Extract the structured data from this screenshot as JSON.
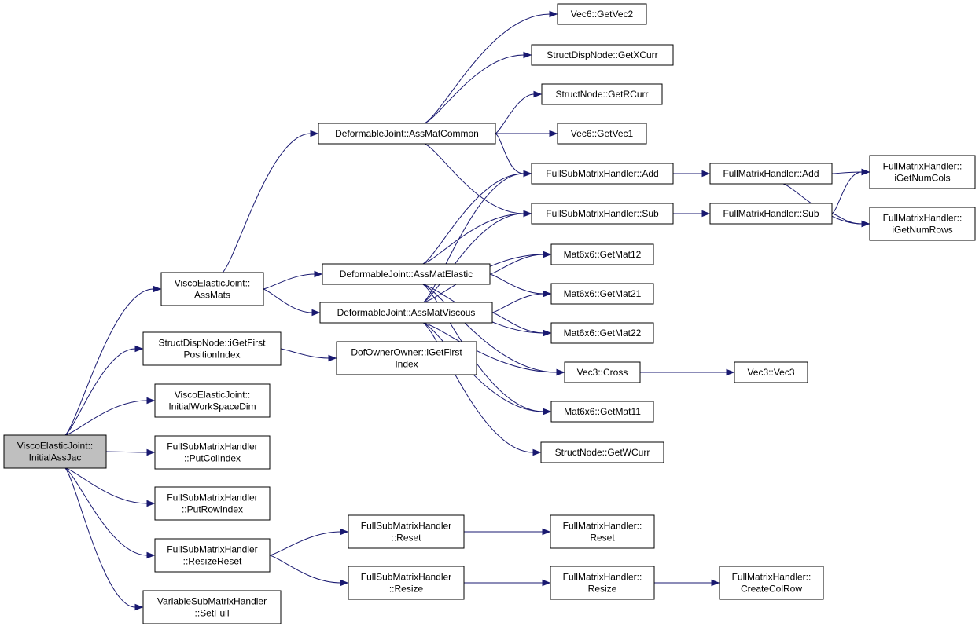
{
  "nodes": [
    {
      "id": "root",
      "lines": [
        "ViscoElasticJoint::",
        "InitialAssJac"
      ]
    },
    {
      "id": "vej_assmats",
      "lines": [
        "ViscoElasticJoint::",
        "AssMats"
      ]
    },
    {
      "id": "sdn_igetfirst",
      "lines": [
        "StructDispNode::iGetFirst",
        "PositionIndex"
      ]
    },
    {
      "id": "vej_initialwork",
      "lines": [
        "ViscoElasticJoint::",
        "InitialWorkSpaceDim"
      ]
    },
    {
      "id": "fsmh_putcol",
      "lines": [
        "FullSubMatrixHandler",
        "::PutColIndex"
      ]
    },
    {
      "id": "fsmh_putrow",
      "lines": [
        "FullSubMatrixHandler",
        "::PutRowIndex"
      ]
    },
    {
      "id": "fsmh_resizereset",
      "lines": [
        "FullSubMatrixHandler",
        "::ResizeReset"
      ]
    },
    {
      "id": "vsmh_setfull",
      "lines": [
        "VariableSubMatrixHandler",
        "::SetFull"
      ]
    },
    {
      "id": "dj_asscommon",
      "lines": [
        "DeformableJoint::AssMatCommon"
      ]
    },
    {
      "id": "dj_asselastic",
      "lines": [
        "DeformableJoint::AssMatElastic"
      ]
    },
    {
      "id": "dj_assviscous",
      "lines": [
        "DeformableJoint::AssMatViscous"
      ]
    },
    {
      "id": "doo_igetfirst",
      "lines": [
        "DofOwnerOwner::iGetFirst",
        "Index"
      ]
    },
    {
      "id": "fsmh_reset",
      "lines": [
        "FullSubMatrixHandler",
        "::Reset"
      ]
    },
    {
      "id": "fsmh_resize",
      "lines": [
        "FullSubMatrixHandler",
        "::Resize"
      ]
    },
    {
      "id": "vec6_getvec2",
      "lines": [
        "Vec6::GetVec2"
      ]
    },
    {
      "id": "sdn_getxcurr",
      "lines": [
        "StructDispNode::GetXCurr"
      ]
    },
    {
      "id": "sn_getrcurr",
      "lines": [
        "StructNode::GetRCurr"
      ]
    },
    {
      "id": "vec6_getvec1",
      "lines": [
        "Vec6::GetVec1"
      ]
    },
    {
      "id": "fsmh_add",
      "lines": [
        "FullSubMatrixHandler::Add"
      ]
    },
    {
      "id": "fsmh_sub",
      "lines": [
        "FullSubMatrixHandler::Sub"
      ]
    },
    {
      "id": "mat_getmat12",
      "lines": [
        "Mat6x6::GetMat12"
      ]
    },
    {
      "id": "mat_getmat21",
      "lines": [
        "Mat6x6::GetMat21"
      ]
    },
    {
      "id": "mat_getmat22",
      "lines": [
        "Mat6x6::GetMat22"
      ]
    },
    {
      "id": "vec3_cross",
      "lines": [
        "Vec3::Cross"
      ]
    },
    {
      "id": "mat_getmat11",
      "lines": [
        "Mat6x6::GetMat11"
      ]
    },
    {
      "id": "sn_getwcurr",
      "lines": [
        "StructNode::GetWCurr"
      ]
    },
    {
      "id": "fmh_reset",
      "lines": [
        "FullMatrixHandler::",
        "Reset"
      ]
    },
    {
      "id": "fmh_resize",
      "lines": [
        "FullMatrixHandler::",
        "Resize"
      ]
    },
    {
      "id": "fmh_add",
      "lines": [
        "FullMatrixHandler::Add"
      ]
    },
    {
      "id": "fmh_sub",
      "lines": [
        "FullMatrixHandler::Sub"
      ]
    },
    {
      "id": "vec3_vec3",
      "lines": [
        "Vec3::Vec3"
      ]
    },
    {
      "id": "fmh_createcolrow",
      "lines": [
        "FullMatrixHandler::",
        "CreateColRow"
      ]
    },
    {
      "id": "fmh_igetnumcols",
      "lines": [
        "FullMatrixHandler::",
        "iGetNumCols"
      ]
    },
    {
      "id": "fmh_igetnumrows",
      "lines": [
        "FullMatrixHandler::",
        "iGetNumRows"
      ]
    }
  ],
  "edges": [
    [
      "root",
      "vej_assmats"
    ],
    [
      "root",
      "sdn_igetfirst"
    ],
    [
      "root",
      "vej_initialwork"
    ],
    [
      "root",
      "fsmh_putcol"
    ],
    [
      "root",
      "fsmh_putrow"
    ],
    [
      "root",
      "fsmh_resizereset"
    ],
    [
      "root",
      "vsmh_setfull"
    ],
    [
      "vej_assmats",
      "dj_asscommon"
    ],
    [
      "vej_assmats",
      "dj_asselastic"
    ],
    [
      "vej_assmats",
      "dj_assviscous"
    ],
    [
      "sdn_igetfirst",
      "doo_igetfirst"
    ],
    [
      "fsmh_resizereset",
      "fsmh_reset"
    ],
    [
      "fsmh_resizereset",
      "fsmh_resize"
    ],
    [
      "dj_asscommon",
      "vec6_getvec2"
    ],
    [
      "dj_asscommon",
      "sdn_getxcurr"
    ],
    [
      "dj_asscommon",
      "sn_getrcurr"
    ],
    [
      "dj_asscommon",
      "vec6_getvec1"
    ],
    [
      "dj_asscommon",
      "fsmh_add"
    ],
    [
      "dj_asscommon",
      "fsmh_sub"
    ],
    [
      "dj_asselastic",
      "fsmh_add"
    ],
    [
      "dj_asselastic",
      "fsmh_sub"
    ],
    [
      "dj_asselastic",
      "mat_getmat12"
    ],
    [
      "dj_asselastic",
      "mat_getmat21"
    ],
    [
      "dj_asselastic",
      "mat_getmat22"
    ],
    [
      "dj_asselastic",
      "vec3_cross"
    ],
    [
      "dj_asselastic",
      "mat_getmat11"
    ],
    [
      "dj_assviscous",
      "fsmh_add"
    ],
    [
      "dj_assviscous",
      "fsmh_sub"
    ],
    [
      "dj_assviscous",
      "mat_getmat12"
    ],
    [
      "dj_assviscous",
      "mat_getmat21"
    ],
    [
      "dj_assviscous",
      "mat_getmat22"
    ],
    [
      "dj_assviscous",
      "vec3_cross"
    ],
    [
      "dj_assviscous",
      "mat_getmat11"
    ],
    [
      "dj_assviscous",
      "sn_getwcurr"
    ],
    [
      "fsmh_reset",
      "fmh_reset"
    ],
    [
      "fsmh_resize",
      "fmh_resize"
    ],
    [
      "fsmh_add",
      "fmh_add"
    ],
    [
      "fsmh_sub",
      "fmh_sub"
    ],
    [
      "vec3_cross",
      "vec3_vec3"
    ],
    [
      "fmh_resize",
      "fmh_createcolrow"
    ],
    [
      "fmh_add",
      "fmh_igetnumcols"
    ],
    [
      "fmh_add",
      "fmh_igetnumrows"
    ],
    [
      "fmh_sub",
      "fmh_igetnumcols"
    ],
    [
      "fmh_sub",
      "fmh_igetnumrows"
    ]
  ],
  "colors": {
    "edge": "#191970",
    "root_fill": "#bfbfbf",
    "node_fill": "#ffffff",
    "border": "#000000"
  }
}
